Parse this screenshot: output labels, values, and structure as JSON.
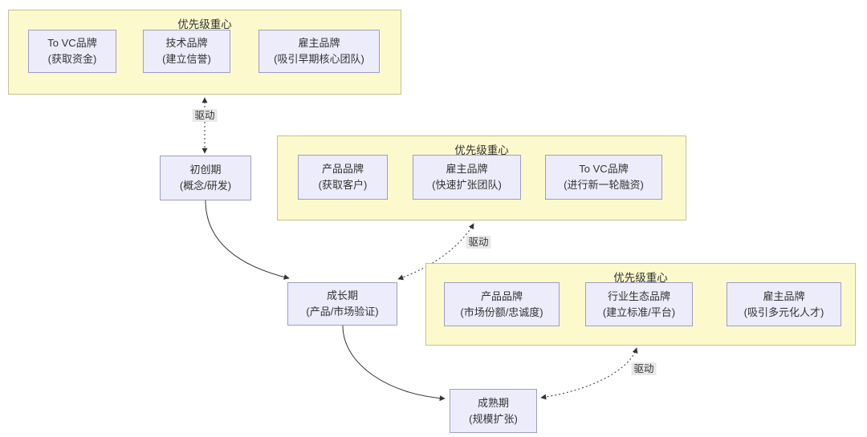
{
  "diagram": {
    "clusters": [
      {
        "title": "优先级重心",
        "nodes": [
          {
            "line1": "To VC品牌",
            "line2": "(获取资金)"
          },
          {
            "line1": "技术品牌",
            "line2": "(建立信誉)"
          },
          {
            "line1": "雇主品牌",
            "line2": "(吸引早期核心团队)"
          }
        ]
      },
      {
        "title": "优先级重心",
        "nodes": [
          {
            "line1": "产品品牌",
            "line2": "(获取客户)"
          },
          {
            "line1": "雇主品牌",
            "line2": "(快速扩张团队)"
          },
          {
            "line1": "To VC品牌",
            "line2": "(进行新一轮融资)"
          }
        ]
      },
      {
        "title": "优先级重心",
        "nodes": [
          {
            "line1": "产品品牌",
            "line2": "(市场份额/忠诚度)"
          },
          {
            "line1": "行业生态品牌",
            "line2": "(建立标准/平台)"
          },
          {
            "line1": "雇主品牌",
            "line2": "(吸引多元化人才)"
          }
        ]
      }
    ],
    "stages": [
      {
        "line1": "初创期",
        "line2": "(概念/研发)"
      },
      {
        "line1": "成长期",
        "line2": "(产品/市场验证)"
      },
      {
        "line1": "成熟期",
        "line2": "(规模扩张)"
      }
    ],
    "edge_labels": [
      {
        "text": "驱动"
      },
      {
        "text": "驱动"
      },
      {
        "text": "驱动"
      }
    ],
    "colors": {
      "cluster_fill": "#fcf9cd",
      "cluster_border": "#c3c392",
      "node_fill": "#ececfb",
      "node_border": "#9d9dc8",
      "text": "#333333",
      "edge": "#333333",
      "edge_label_bg": "#e8e8e8"
    }
  }
}
